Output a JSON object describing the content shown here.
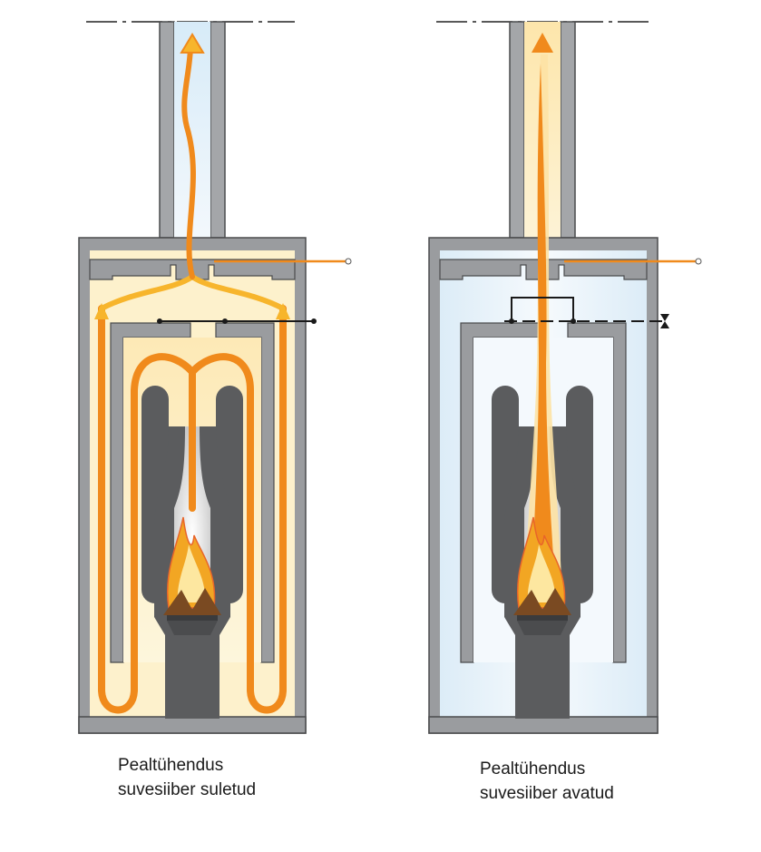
{
  "panels": [
    {
      "id": "left",
      "state": "closed",
      "caption_line1": "Pealtühendus",
      "caption_line2": "suvesiiber suletud"
    },
    {
      "id": "right",
      "state": "open",
      "caption_line1": "Pealtühendus",
      "caption_line2": "suvesiiber avatud"
    }
  ],
  "colors": {
    "wall": "#8a8c8f",
    "wall_stroke": "#4a4b4d",
    "core": "#5b5c5e",
    "warm_air": "#fdf1cc",
    "cool_air": "#dcecf7",
    "flow_orange": "#f08a1c",
    "flow_yellow": "#f7b52c",
    "flame_yellow": "#fde7a0",
    "flame_red": "#e8652a"
  }
}
